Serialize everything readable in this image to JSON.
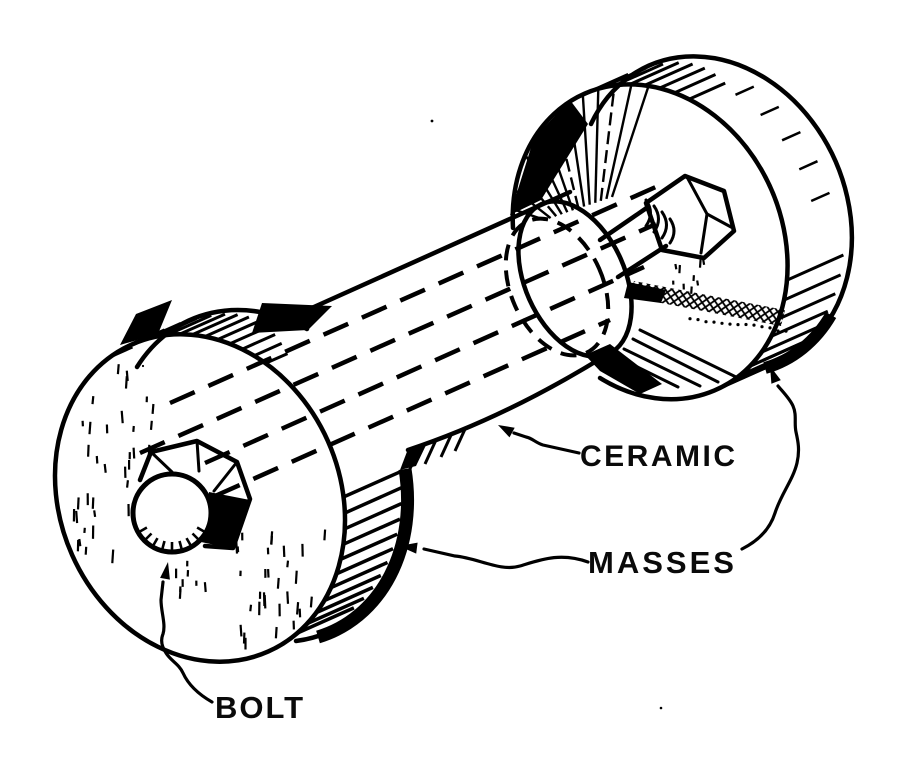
{
  "figure": {
    "background": "#ffffff",
    "ink": "#000000"
  },
  "labels": {
    "ceramic": "CERAMIC",
    "masses": "MASSES",
    "bolt": "BOLT"
  },
  "callouts": [
    {
      "text": "CERAMIC",
      "points_to": "ceramic-cylinder"
    },
    {
      "text": "MASSES",
      "points_to": "left-mass-disc"
    },
    {
      "text": "MASSES",
      "points_to": "right-mass-disc"
    },
    {
      "text": "BOLT",
      "points_to": "bolt-head"
    }
  ]
}
